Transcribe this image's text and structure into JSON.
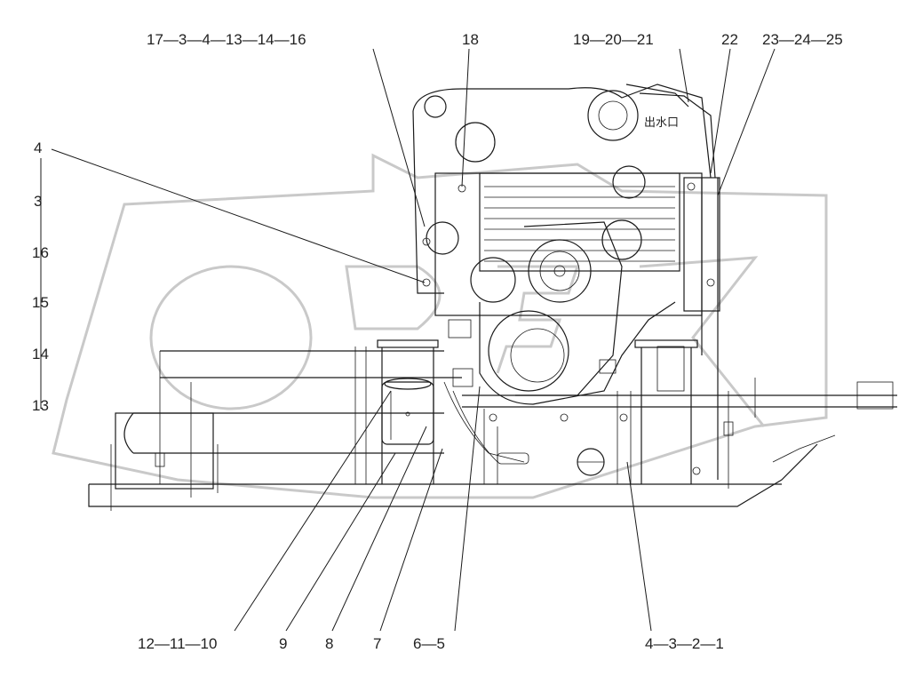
{
  "diagram": {
    "watermark_text": "OPEX",
    "outlet_label": "出水口",
    "callouts": {
      "top_left": "17—3—4—13—14—16",
      "top_18": "18",
      "top_mid": "19—20—21",
      "top_22": "22",
      "top_right": "23—24—25",
      "left_4": "4",
      "left_3": "3",
      "left_16": "16",
      "left_15": "15",
      "left_14": "14",
      "left_13": "13",
      "bottom_12_11_10": "12—11—10",
      "bottom_9": "9",
      "bottom_8": "8",
      "bottom_7": "7",
      "bottom_6_5": "6—5",
      "bottom_4_3_2_1": "4—3—2—1"
    }
  }
}
